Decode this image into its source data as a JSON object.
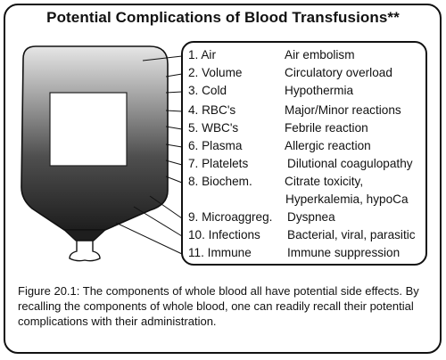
{
  "title": "Potential Complications of Blood Transfusions**",
  "items": [
    {
      "component": "1. Air",
      "complication": "Air embolism"
    },
    {
      "component": "2. Volume",
      "complication": "Circulatory overload"
    },
    {
      "component": "3. Cold",
      "complication": "Hypothermia"
    },
    {
      "component": "4. RBC's",
      "complication": "Major/Minor reactions"
    },
    {
      "component": "5. WBC's",
      "complication": "Febrile reaction"
    },
    {
      "component": "6. Plasma",
      "complication": "Allergic reaction"
    },
    {
      "component": "7. Platelets",
      "complication": "Dilutional coagulopathy"
    },
    {
      "component": "8. Biochem.",
      "complication": "Citrate toxicity,"
    },
    {
      "component": "",
      "complication": "Hyperkalemia, hypoCa"
    },
    {
      "component": "9. Microaggreg.",
      "complication": "Dyspnea"
    },
    {
      "component": "10. Infections",
      "complication": "Bacterial, viral, parasitic"
    },
    {
      "component": "11. Immune",
      "complication": "Immune suppression"
    }
  ],
  "caption": "Figure 20.1: The components of whole blood all have potential side effects. By recalling the components of whole blood, one can readily recall their potential complications with their administration.",
  "colors": {
    "ink": "#111111",
    "bag_top": "#d8d8d8",
    "bag_bottom": "#2a2a2a"
  }
}
